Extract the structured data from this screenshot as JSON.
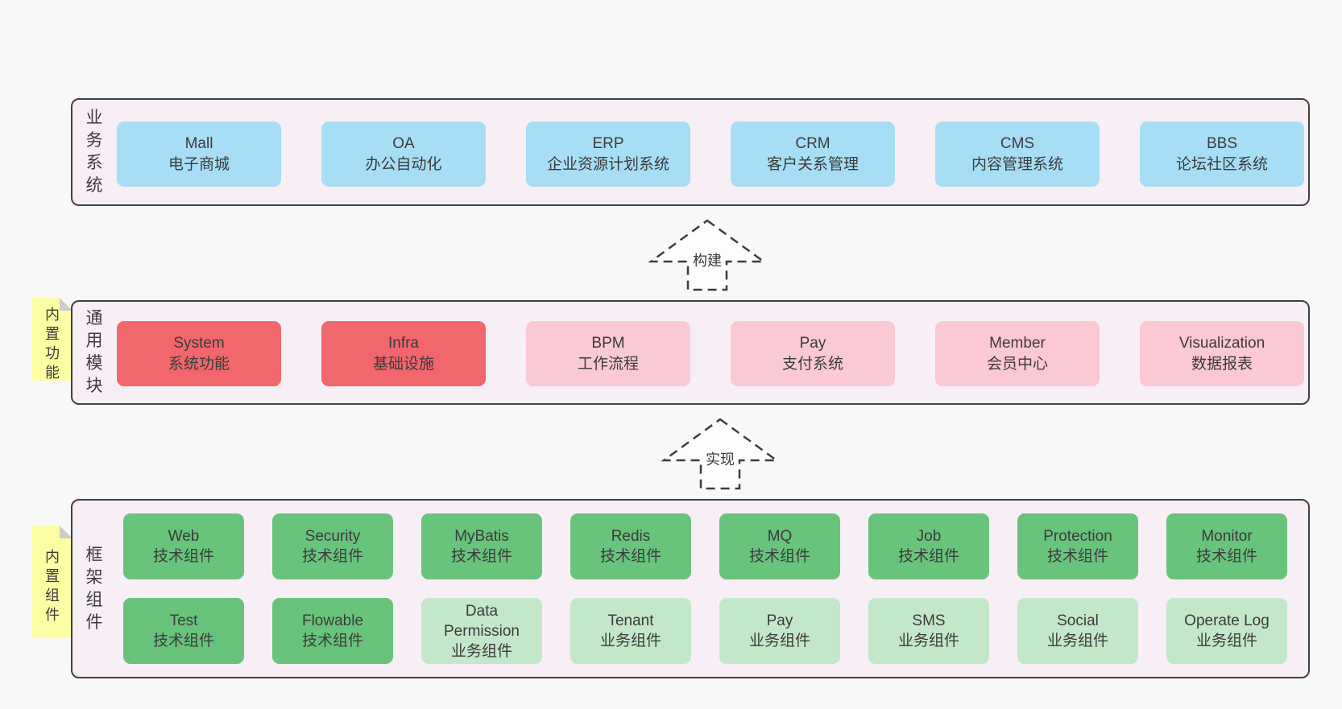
{
  "colors": {
    "blue": "#a8def5",
    "red": "#f1676c",
    "pink": "#fbc9d3",
    "green": "#69c47b",
    "lightgreen": "#c2e8c9",
    "section_bg": "#f8eef6",
    "section_border": "#414141",
    "note_yellow": "#fdfda4",
    "note_fold": "#cccccc",
    "page_bg": "#f8f8f8",
    "text": "#3b3b3b",
    "arrow_stroke": "#3d3d3d"
  },
  "sections": [
    {
      "vertical_label": "业务系统",
      "rows": [
        [
          {
            "en": "Mall",
            "zh": "电子商城",
            "color": "blue"
          },
          {
            "en": "OA",
            "zh": "办公自动化",
            "color": "blue"
          },
          {
            "en": "ERP",
            "zh": "企业资源计划系统",
            "color": "blue"
          },
          {
            "en": "CRM",
            "zh": "客户关系管理",
            "color": "blue"
          },
          {
            "en": "CMS",
            "zh": "内容管理系统",
            "color": "blue"
          },
          {
            "en": "BBS",
            "zh": "论坛社区系统",
            "color": "blue"
          }
        ]
      ]
    },
    {
      "vertical_label": "通用模块",
      "note": "内置功能",
      "rows": [
        [
          {
            "en": "System",
            "zh": "系统功能",
            "color": "red"
          },
          {
            "en": "Infra",
            "zh": "基础设施",
            "color": "red"
          },
          {
            "en": "BPM",
            "zh": "工作流程",
            "color": "pink"
          },
          {
            "en": "Pay",
            "zh": "支付系统",
            "color": "pink"
          },
          {
            "en": "Member",
            "zh": "会员中心",
            "color": "pink"
          },
          {
            "en": "Visualization",
            "zh": "数据报表",
            "color": "pink"
          }
        ]
      ]
    },
    {
      "vertical_label": "框架组件",
      "note": "内置组件",
      "rows": [
        [
          {
            "en": "Web",
            "zh": "技术组件",
            "color": "green"
          },
          {
            "en": "Security",
            "zh": "技术组件",
            "color": "green"
          },
          {
            "en": "MyBatis",
            "zh": "技术组件",
            "color": "green"
          },
          {
            "en": "Redis",
            "zh": "技术组件",
            "color": "green"
          },
          {
            "en": "MQ",
            "zh": "技术组件",
            "color": "green"
          },
          {
            "en": "Job",
            "zh": "技术组件",
            "color": "green"
          },
          {
            "en": "Protection",
            "zh": "技术组件",
            "color": "green"
          },
          {
            "en": "Monitor",
            "zh": "技术组件",
            "color": "green"
          }
        ],
        [
          {
            "en": "Test",
            "zh": "技术组件",
            "color": "green"
          },
          {
            "en": "Flowable",
            "zh": "技术组件",
            "color": "green"
          },
          {
            "en": "Data Permission",
            "zh": "业务组件",
            "color": "lightgreen"
          },
          {
            "en": "Tenant",
            "zh": "业务组件",
            "color": "lightgreen"
          },
          {
            "en": "Pay",
            "zh": "业务组件",
            "color": "lightgreen"
          },
          {
            "en": "SMS",
            "zh": "业务组件",
            "color": "lightgreen"
          },
          {
            "en": "Social",
            "zh": "业务组件",
            "color": "lightgreen"
          },
          {
            "en": "Operate Log",
            "zh": "业务组件",
            "color": "lightgreen"
          }
        ]
      ]
    }
  ],
  "arrows": [
    {
      "label": "构建"
    },
    {
      "label": "实现"
    }
  ]
}
